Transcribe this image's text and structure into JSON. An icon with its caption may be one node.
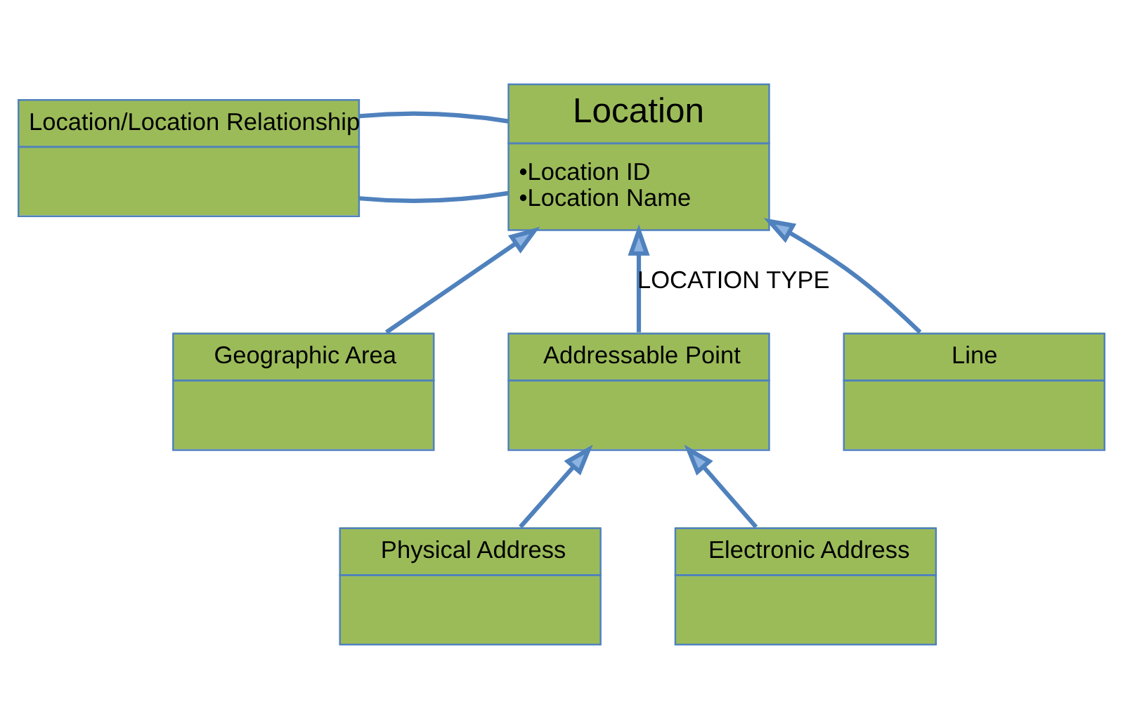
{
  "diagram": {
    "nodes": [
      {
        "text": [
          "Location/Location Relationship"
        ]
      },
      {
        "text": [
          "Location",
          "•Location ID",
          "•Location Name"
        ]
      },
      {
        "text": [
          "Geographic Area"
        ]
      },
      {
        "text": [
          "Addressable Point"
        ]
      },
      {
        "text": [
          "Line"
        ]
      },
      {
        "text": [
          "Physical Address"
        ]
      },
      {
        "text": [
          "Electronic Address"
        ]
      }
    ],
    "edges": [
      {
        "from": 0,
        "to": 1,
        "arrow": "none"
      },
      {
        "from": 0,
        "to": 1,
        "arrow": "none"
      },
      {
        "from": 2,
        "to": 1,
        "arrow": "to"
      },
      {
        "from": 3,
        "to": 1,
        "arrow": "to",
        "label": "LOCATION TYPE"
      },
      {
        "from": 4,
        "to": 1,
        "arrow": "to"
      },
      {
        "from": 5,
        "to": 3,
        "arrow": "to"
      },
      {
        "from": 6,
        "to": 3,
        "arrow": "to"
      }
    ]
  }
}
